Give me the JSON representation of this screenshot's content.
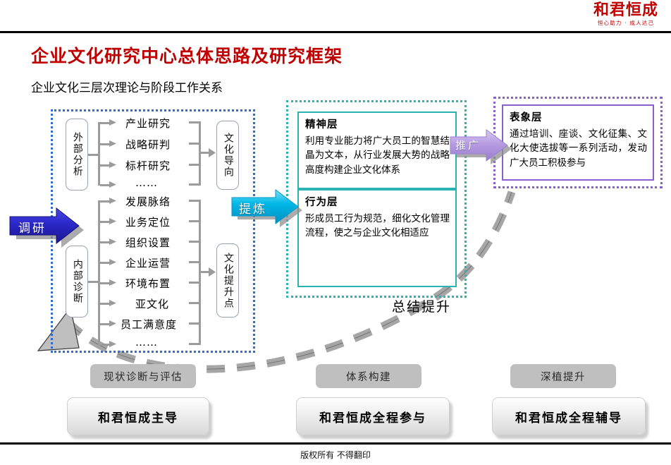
{
  "logo": {
    "name": "和君恒成",
    "tagline": "恒心助力 · 成人达己"
  },
  "header": {
    "title": "企业文化研究中心总体思路及研究框架",
    "subtitle": "企业文化三层次理论与阶段工作关系"
  },
  "footer": {
    "copyright": "版权所有  不得翻印"
  },
  "arrows": {
    "research": {
      "label": "调研",
      "color": "#2a27c8"
    },
    "refine": {
      "label": "提炼",
      "color": "#00b0e0"
    },
    "promote": {
      "label": "推广",
      "color": "#b89fe0"
    }
  },
  "left_zone": {
    "border_color": "#2f6ed0",
    "external": {
      "label": "外部分析",
      "items": [
        "产业研究",
        "战略研判",
        "标杆研究",
        "……"
      ],
      "output": "文化导向"
    },
    "internal": {
      "label": "内部诊断",
      "items": [
        "发展脉络",
        "业务定位",
        "组织设置",
        "企业运营",
        "环境布置",
        "亚文化",
        "员工满意度",
        "……"
      ],
      "output": "文化提升点"
    }
  },
  "middle_zone": {
    "border_color": "#2bb3b3",
    "layers": [
      {
        "title": "精神层",
        "body": "利用专业能力将广大员工的智慧结晶为文本，从行业发展大势的战略高度构建企业文化体系"
      },
      {
        "title": "行为层",
        "body": "形成员工行为规范，细化文化管理流程，使之与企业文化相适应"
      }
    ]
  },
  "right_zone": {
    "border_color": "#8a5fd0",
    "layer": {
      "title": "表象层",
      "body": "通过培训、座谈、文化征集、文化大使选拔等一系列活动，发动广大员工积极参与"
    }
  },
  "summary_curve": {
    "label": "总结提升"
  },
  "stages": [
    {
      "tag": "现状诊断与评估",
      "card": "和君恒成主导"
    },
    {
      "tag": "体系构建",
      "card": "和君恒成全程参与"
    },
    {
      "tag": "深植提升",
      "card": "和君恒成全程辅导"
    }
  ]
}
